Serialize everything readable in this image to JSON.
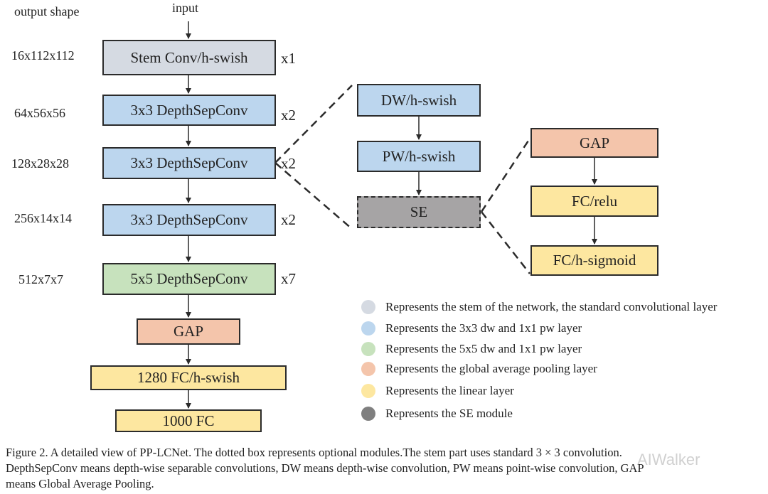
{
  "colors": {
    "stem": "#d5dae2",
    "dw3x3": "#bcd6ee",
    "dw5x5": "#c7e2bd",
    "gap": "#f4c5ab",
    "linear": "#fde7a0",
    "se": "#a6a4a5",
    "line": "#2b2b2b"
  },
  "header": {
    "output_shape": "output shape",
    "input": "input"
  },
  "main": {
    "shapes": [
      "16x112x112",
      "64x56x56",
      "128x28x28",
      "256x14x14",
      "512x7x7"
    ],
    "blocks": [
      {
        "label": "Stem Conv/h-swish",
        "mult": "x1"
      },
      {
        "label": "3x3 DepthSepConv",
        "mult": "x2"
      },
      {
        "label": "3x3 DepthSepConv",
        "mult": "x2"
      },
      {
        "label": "3x3 DepthSepConv",
        "mult": "x2"
      },
      {
        "label": "5x5 DepthSepConv",
        "mult": "x7"
      }
    ],
    "head": {
      "gap": "GAP",
      "fc1280": "1280 FC/h-swish",
      "fc1000": "1000 FC"
    }
  },
  "depthsep_detail": {
    "dw": "DW/h-swish",
    "pw": "PW/h-swish",
    "se": "SE"
  },
  "se_detail": {
    "gap": "GAP",
    "fc_relu": "FC/relu",
    "fc_sigmoid": "FC/h-sigmoid"
  },
  "legend": [
    {
      "color": "#d5dae2",
      "text": "Represents the stem of the network, the standard convolutional layer"
    },
    {
      "color": "#bcd6ee",
      "text": "Represents the 3x3 dw and 1x1 pw layer"
    },
    {
      "color": "#c7e2bd",
      "text": "Represents the 5x5 dw and 1x1 pw layer"
    },
    {
      "color": "#f4c5ab",
      "text": "Represents the global average pooling layer"
    },
    {
      "color": "#fde7a0",
      "text": "Represents the linear layer"
    },
    {
      "color": "#7f7f7f",
      "text": "Represents the SE module"
    }
  ],
  "caption": {
    "line1": "Figure 2. A detailed view of PP-LCNet.  The dotted box represents optional modules.The stem part uses standard 3 × 3 convolution.",
    "line2": "DepthSepConv means depth-wise separable convolutions, DW means depth-wise convolution, PW means point-wise convolution, GAP",
    "line3": "means Global Average Pooling."
  },
  "watermark": "AIWalker"
}
